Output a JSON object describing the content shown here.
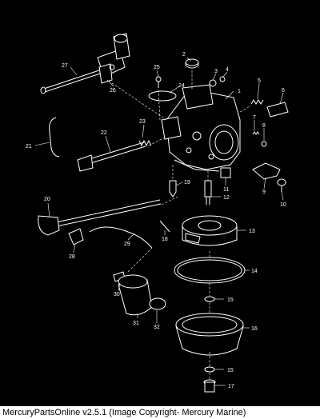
{
  "footer": {
    "text": "MercuryPartsOnline v2.5.1 (Image Copyright- Mercury Marine)"
  },
  "colors": {
    "background": "#000000",
    "line": "#ffffff",
    "footer_bg": "#ffffff",
    "footer_text": "#000000"
  },
  "callouts": [
    "1",
    "2",
    "3",
    "4",
    "5",
    "6",
    "7",
    "8",
    "9",
    "10",
    "11",
    "12",
    "13",
    "14",
    "15",
    "16",
    "15",
    "17",
    "18",
    "19",
    "20",
    "21",
    "22",
    "23",
    "24",
    "25",
    "26",
    "27",
    "28",
    "29",
    "30",
    "31",
    "32"
  ]
}
